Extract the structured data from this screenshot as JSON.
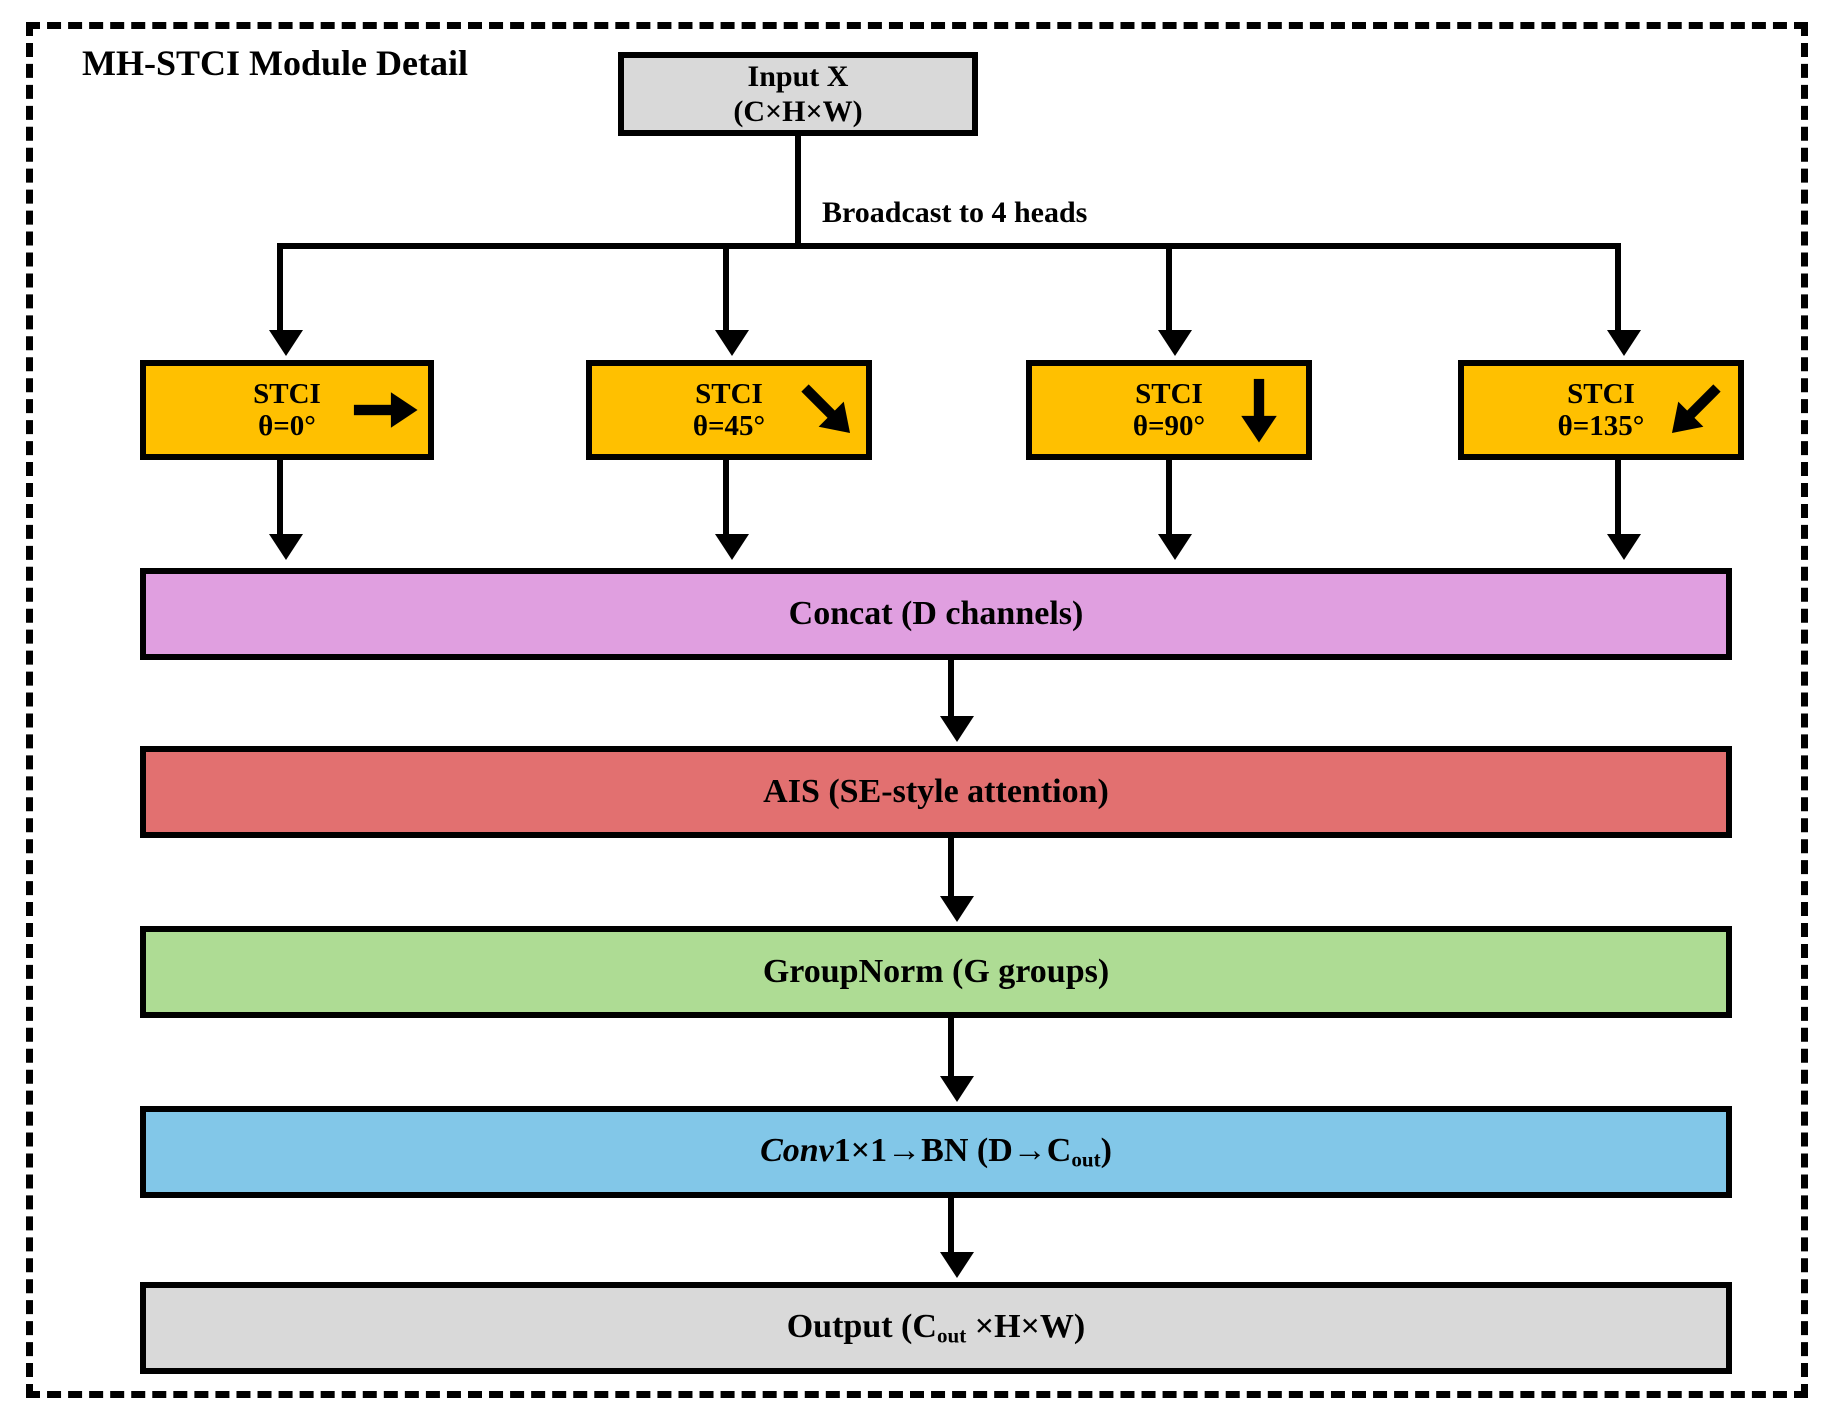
{
  "diagram": {
    "title": "MH-STCI Module Detail",
    "frame_style": "dashed",
    "colors": {
      "input_output": "#d9d9d9",
      "stci_head": "#ffc000",
      "concat": "#e09fe0",
      "ais": "#e27070",
      "groupnorm": "#aedc94",
      "conv_bn": "#82c7e8",
      "stroke": "#000000"
    }
  },
  "input_node": {
    "line1": "Input X",
    "line2": "(C×H×W)"
  },
  "broadcast": {
    "label": "Broadcast to 4 heads"
  },
  "heads": [
    {
      "name": "STCI",
      "theta": "θ=0°",
      "arrow_icon": "arrow-right-icon",
      "arrow_rotation": 0
    },
    {
      "name": "STCI",
      "theta": "θ=45°",
      "arrow_icon": "arrow-down-right-icon",
      "arrow_rotation": 45
    },
    {
      "name": "STCI",
      "theta": "θ=90°",
      "arrow_icon": "arrow-down-icon",
      "arrow_rotation": 90
    },
    {
      "name": "STCI",
      "theta": "θ=135°",
      "arrow_icon": "arrow-down-left-icon",
      "arrow_rotation": 135
    }
  ],
  "stages": {
    "concat": "Concat (D channels)",
    "ais": "AIS (SE-style attention)",
    "groupnorm": "GroupNorm (G groups)",
    "conv": {
      "italic_prefix": "Conv",
      "rest_before_sub": "1×1→BN (D→C",
      "subscript": "out",
      "rest_after_sub": ")"
    },
    "output": {
      "prefix": "Output (C",
      "subscript": "out",
      "suffix": " ×H×W)"
    }
  }
}
